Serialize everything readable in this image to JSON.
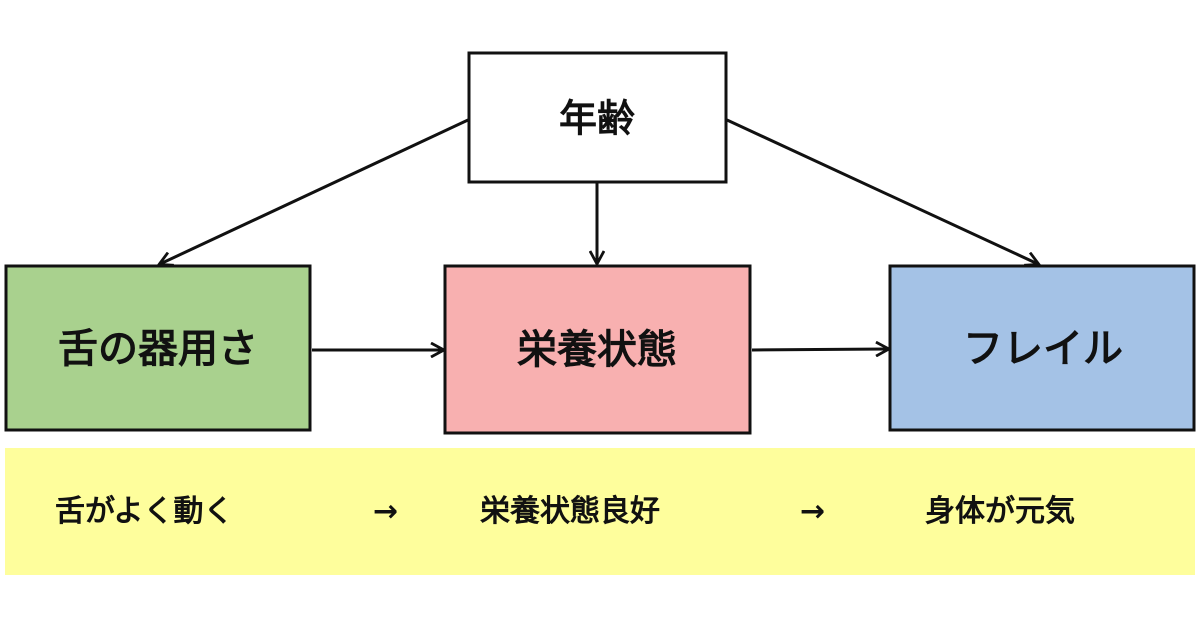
{
  "nodes": {
    "age": {
      "label": "年齢",
      "fill": "#ffffff"
    },
    "tongue": {
      "label": "舌の器用さ",
      "fill": "#a9d18e"
    },
    "nutrition": {
      "label": "栄養状態",
      "fill": "#f8b0b0"
    },
    "frailty": {
      "label": "フレイル",
      "fill": "#a4c2e6"
    }
  },
  "summary": {
    "step1": "舌がよく動く",
    "arrow1": "→",
    "step2": "栄養状態良好",
    "arrow2": "→",
    "step3": "身体が元気",
    "background": "#fefe9c"
  }
}
